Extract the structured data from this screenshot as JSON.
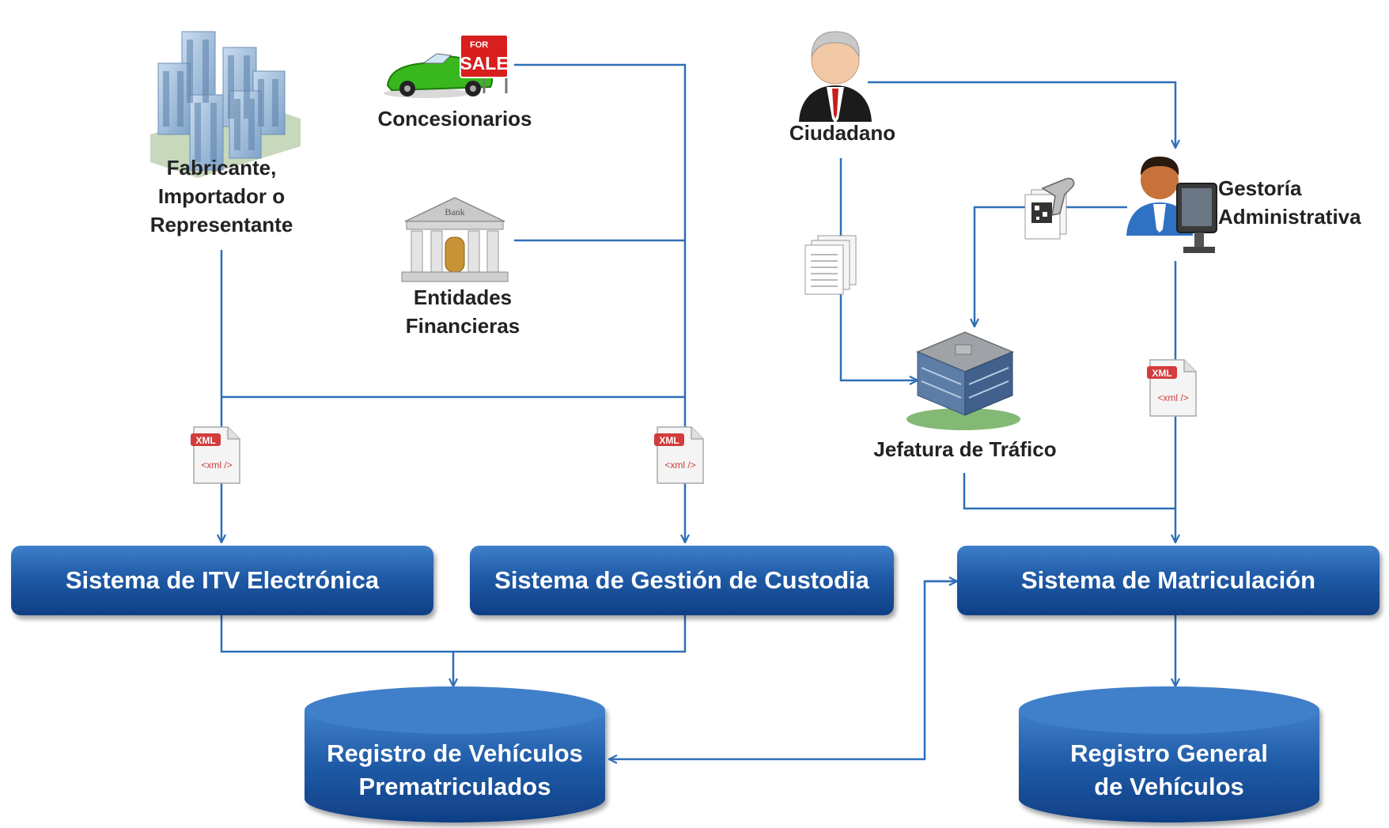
{
  "actors": {
    "fabricante": "Fabricante,\nImportador o\nRepresentante",
    "concesionarios": "Concesionarios",
    "entidades": "Entidades\nFinancieras",
    "ciudadano": "Ciudadano",
    "gestoria": "Gestoría\nAdministrativa",
    "jefatura": "Jefatura de Tráfico"
  },
  "icon_text": {
    "for_sale_top": "FOR",
    "for_sale_main": "SALE",
    "bank": "Bank",
    "xml_badge": "XML",
    "xml_tag": "<xml />"
  },
  "systems": {
    "itv": "Sistema de ITV Electrónica",
    "custodia": "Sistema de Gestión de Custodia",
    "matriculacion": "Sistema de Matriculación"
  },
  "registries": {
    "prematriculados": "Registro de Vehículos\nPrematriculados",
    "general": "Registro General\nde Vehículos"
  },
  "colors": {
    "connector": "#2e6fb7",
    "box_top": "#3f7fc9",
    "box_bottom": "#0f3f85"
  }
}
